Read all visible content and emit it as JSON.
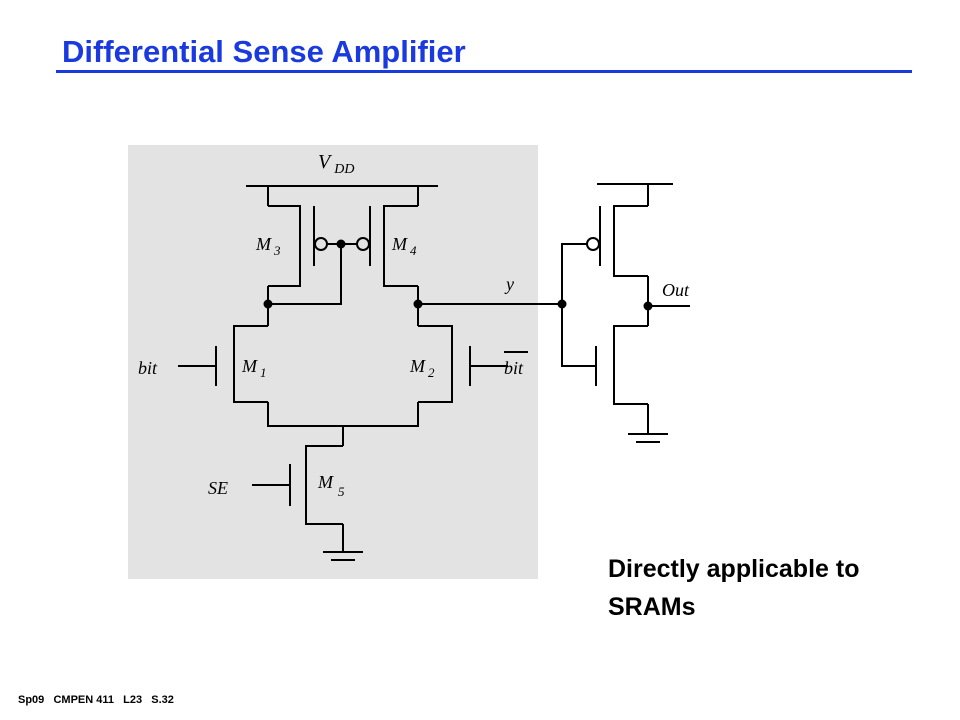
{
  "slide": {
    "title": "Differential Sense Amplifier",
    "note_line1": "Directly applicable to",
    "note_line2": "SRAMs",
    "footer": "Sp09   CMPEN 411   L23   S.32"
  },
  "circuit": {
    "supply": {
      "main": "V",
      "sub": "DD"
    },
    "m3": {
      "main": "M",
      "sub": "3"
    },
    "m4": {
      "main": "M",
      "sub": "4"
    },
    "m1": {
      "main": "M",
      "sub": "1"
    },
    "m2": {
      "main": "M",
      "sub": "2"
    },
    "m5": {
      "main": "M",
      "sub": "5"
    },
    "bit": "bit",
    "bit_bar": "bit",
    "se": "SE",
    "node_y": "y",
    "out": "Out"
  },
  "colors": {
    "title": "#1a3ae0",
    "panel": "#e3e3e3",
    "wire": "#000000"
  }
}
